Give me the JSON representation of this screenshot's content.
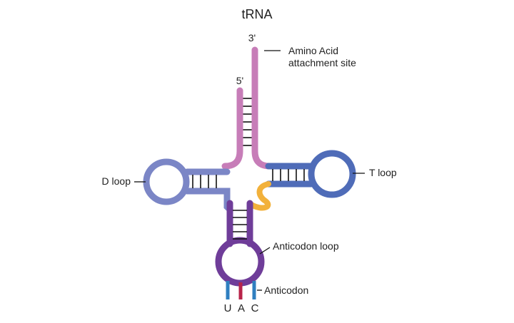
{
  "title": "tRNA",
  "ends": {
    "three_prime": "3'",
    "five_prime": "5'"
  },
  "labels": {
    "amino_line1": "Amino Acid",
    "amino_line2": "attachment site",
    "d_loop": "D loop",
    "t_loop": "T loop",
    "anticodon_loop": "Anticodon loop",
    "anticodon": "Anticodon"
  },
  "bases": [
    "U",
    "A",
    "C"
  ],
  "colors": {
    "acceptor_stem": "#c77db8",
    "d_arm": "#7b86c6",
    "t_arm": "#4f6cb8",
    "anticodon_arm": "#6f3d99",
    "variable_loop": "#f2b13b",
    "base_u": "#2f7fc0",
    "base_a": "#b8244a",
    "base_c": "#2f7fc0",
    "base_pair": "#111111",
    "leader": "#111111"
  }
}
